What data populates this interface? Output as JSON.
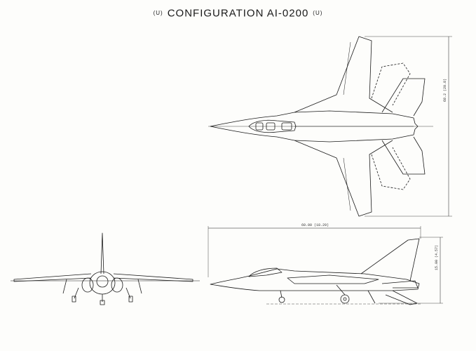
{
  "title": {
    "prefix": "(U)",
    "text": "CONFIGURATION AI-0200",
    "suffix": "(U)"
  },
  "views": {
    "top": "plan-view",
    "front": "front-view",
    "side": "side-view"
  },
  "dimensions": {
    "span": "68.2 (20.8)",
    "length": "60.00 (18.29)",
    "height": "15.00 (4.57)"
  },
  "colors": {
    "ink": "#1a1a1a",
    "paper": "#fdfdfb"
  }
}
